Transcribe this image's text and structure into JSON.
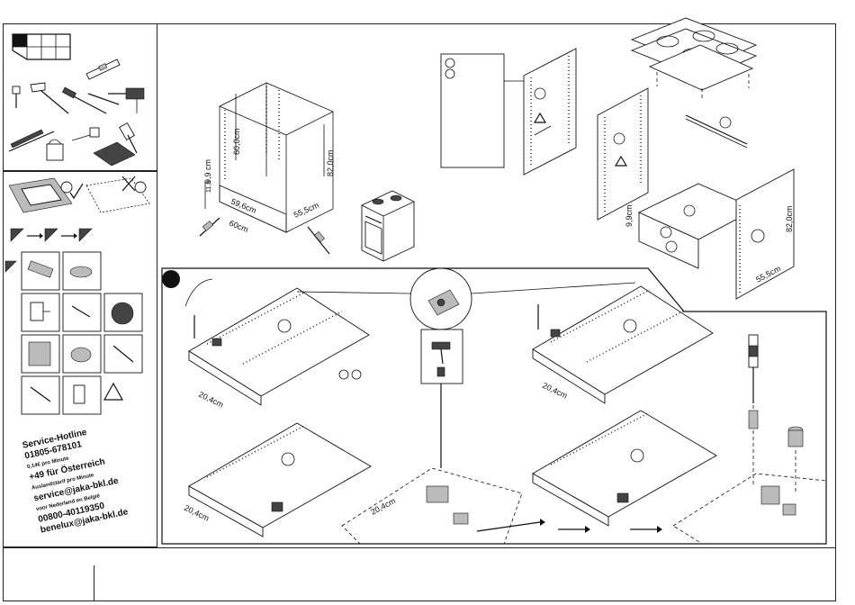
{
  "dimensions": {
    "box_height": "60,0cm",
    "box_depth": "55,5cm",
    "box_width_inner": "59,6cm",
    "box_width": "60cm",
    "side_height": "82,0cm",
    "plinth_height": "9,9 cm",
    "plinth_small": "11,8",
    "right_plinth": "9,9cm",
    "right_side_height": "82,0cm",
    "right_side_depth": "55,5cm",
    "step_offset_a": "20,4cm",
    "step_offset_b": "20,4cm",
    "step_offset_c": "20,4cm",
    "step_offset_d": "20,4cm"
  },
  "hotline": {
    "title": "Service-Hotline",
    "phone_de": "01805-678101",
    "phone_de_note": "0,14€ pro Minute",
    "phone_at": "+49 für Österreich",
    "phone_at_note": "Auslandstarif pro Minute",
    "email_de": "service@jaka-bkl.de",
    "benelux_note": "voor Nederland en België",
    "phone_benelux": "00800-40119350",
    "email_benelux": "benelux@jaka-bkl.de"
  },
  "icons": {
    "warning": "warning-triangle-icon",
    "ok": "smiley-happy-icon",
    "not_ok": "smiley-sad-icon"
  }
}
